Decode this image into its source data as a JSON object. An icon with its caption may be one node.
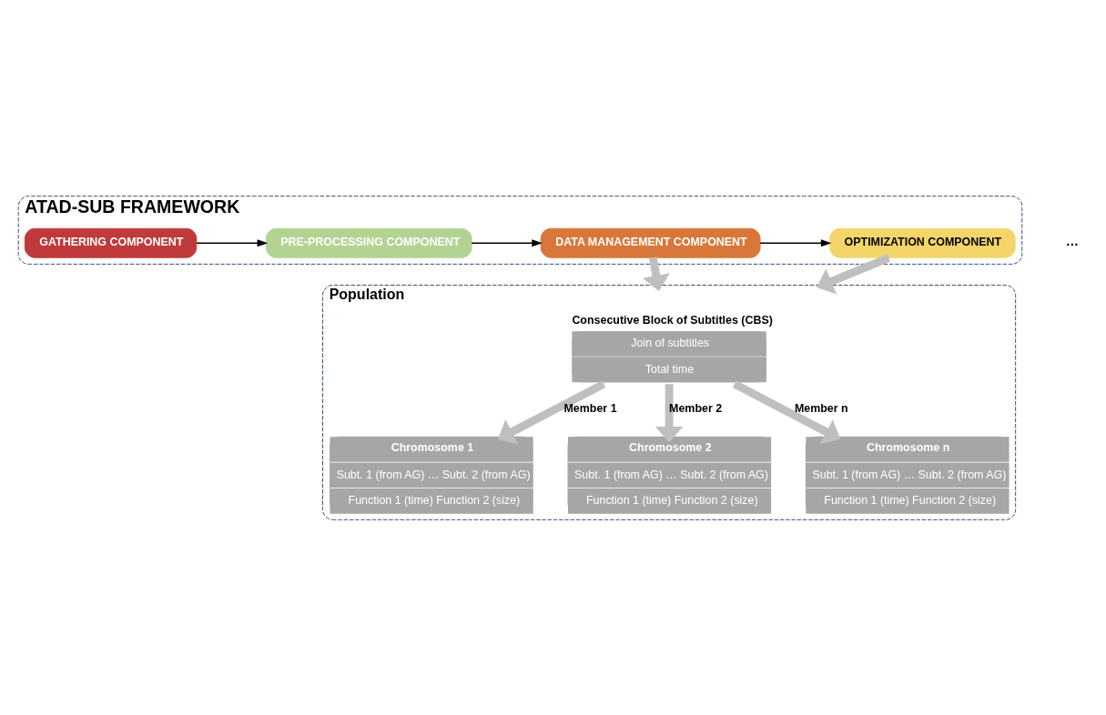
{
  "diagram": {
    "nodes": [
      {
        "text": [
          "ATAD-SUB FRAMEWORK"
        ]
      },
      {
        "text": [
          "GATHERING COMPONENT"
        ],
        "in": 0
      },
      {
        "text": [
          "PRE-PROCESSING COMPONENT"
        ],
        "in": 0
      },
      {
        "text": [
          "DATA MANAGEMENT COMPONENT"
        ],
        "in": 0
      },
      {
        "text": [
          "OPTIMIZATION COMPONENT"
        ],
        "in": 0
      },
      {
        "text": [
          "Population"
        ]
      },
      {
        "text": [
          "Consecutive Block of Subtitles (CBS)",
          "Join of subtitles",
          "Total time"
        ],
        "in": 5
      },
      {
        "text": [
          "Chromosome 1",
          "Subt. 1 (from AG) … Subt. 2 (from AG)",
          "Function 1 (time) Function 2 (size)"
        ],
        "in": 5
      },
      {
        "text": [
          "Chromosome 2",
          "Subt. 1 (from AG) … Subt. 2 (from AG)",
          "Function 1 (time) Function 2 (size)"
        ],
        "in": 5
      },
      {
        "text": [
          "Chromosome n",
          "Subt. 1 (from AG) … Subt. 2 (from AG)",
          "Function 1 (time) Function 2 (size)"
        ],
        "in": 5
      }
    ],
    "edges": [
      {
        "from": 1,
        "to": 2,
        "arrow": "to",
        "color": "#000000"
      },
      {
        "from": 2,
        "to": 3,
        "arrow": "to",
        "color": "#000000"
      },
      {
        "from": 3,
        "to": 4,
        "arrow": "to",
        "color": "#000000"
      },
      {
        "from": 3,
        "to": 5,
        "arrow": "to"
      },
      {
        "from": 4,
        "to": 5,
        "arrow": "to"
      },
      {
        "from": 6,
        "to": 7,
        "arrow": "to",
        "label": "Member 1"
      },
      {
        "from": 6,
        "to": 8,
        "arrow": "to",
        "label": "Member 2"
      },
      {
        "from": 6,
        "to": 9,
        "arrow": "to",
        "label": "Member n"
      }
    ],
    "labels": [
      "…"
    ]
  }
}
